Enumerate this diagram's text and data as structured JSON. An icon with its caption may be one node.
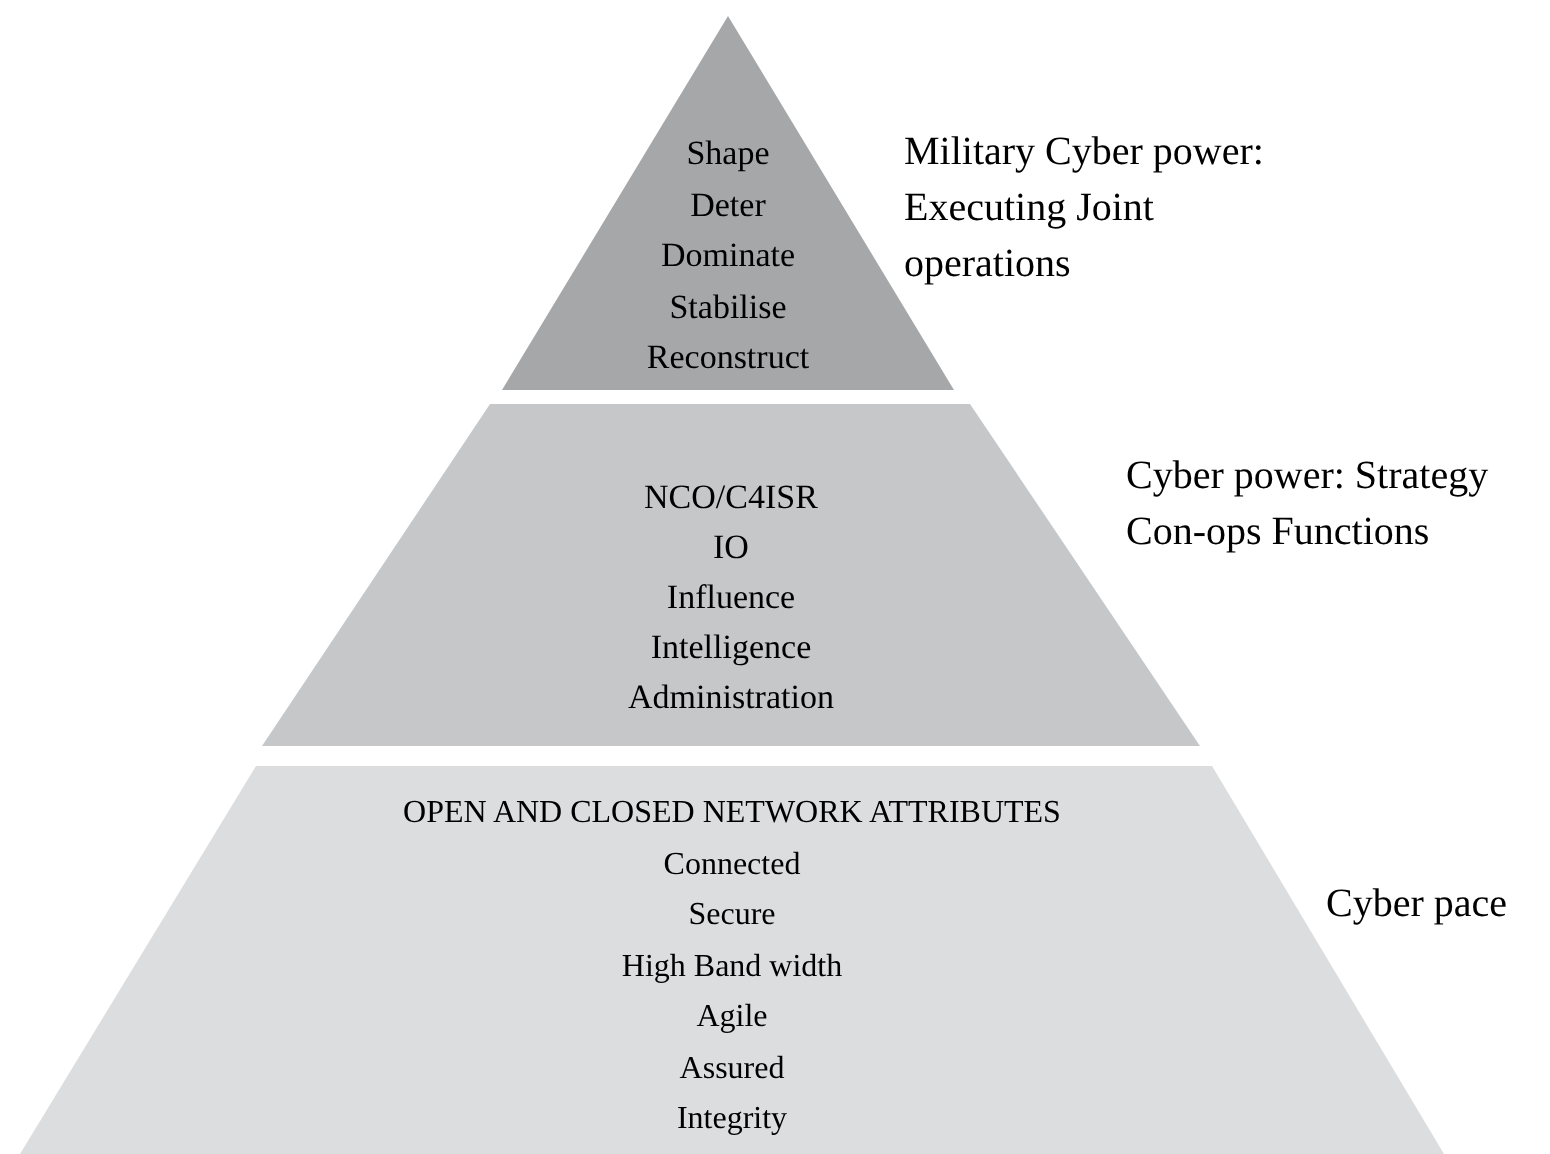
{
  "diagram": {
    "nodes": [
      {
        "text": [
          "Shape",
          "Deter",
          "Dominate",
          "Stabilise",
          "Reconstruct"
        ],
        "beside": [
          "Military Cyber power: Executing Joint operations"
        ]
      },
      {
        "text": [
          "NCO/C4ISR",
          "IO",
          "Influence",
          "Intelligence",
          "Administration"
        ],
        "beside": [
          "Cyber power: Strategy Con-ops Functions"
        ]
      },
      {
        "text": [
          "OPEN AND CLOSED NETWORK ATTRIBUTES",
          "Connected",
          "Secure",
          "High Band width",
          "Agile",
          "Assured",
          "Integrity"
        ],
        "beside": [
          "Cyber pace"
        ]
      }
    ]
  }
}
